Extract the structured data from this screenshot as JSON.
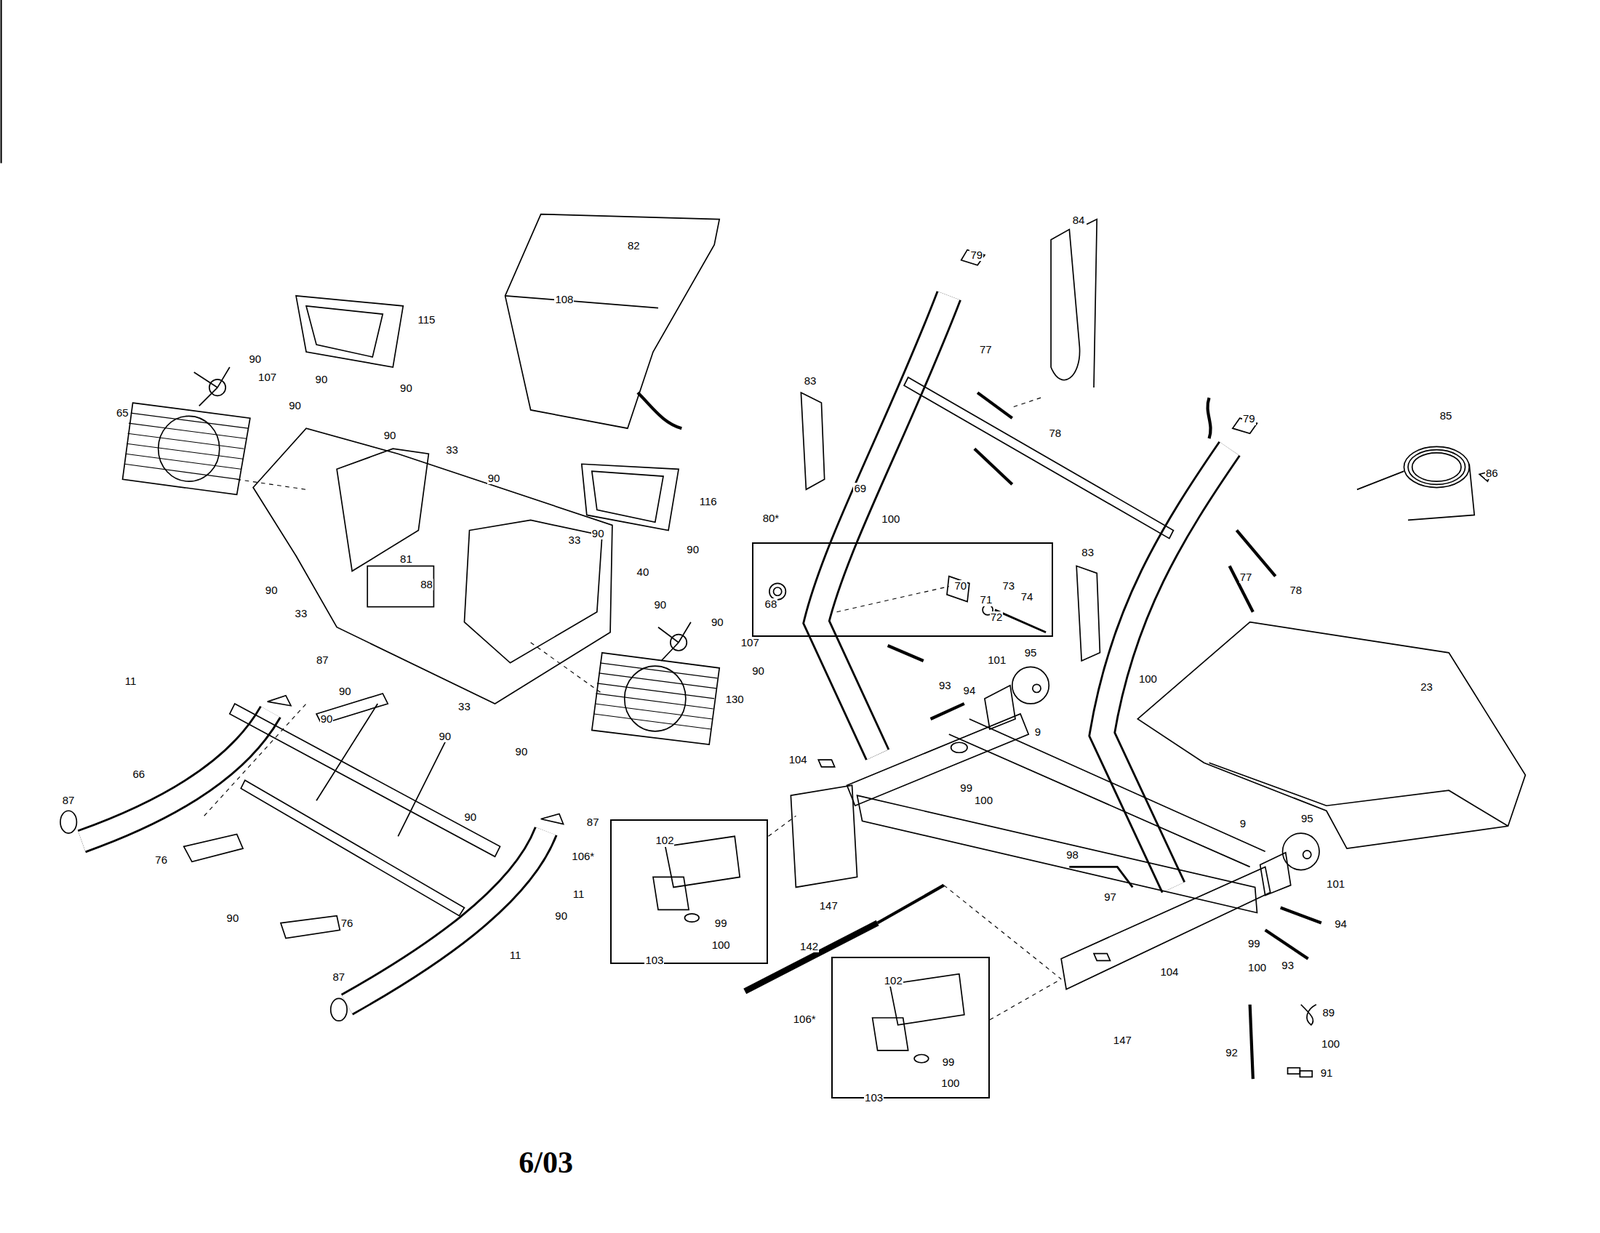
{
  "diagram": {
    "nodes": [
      {
        "text": [
          "80*",
          "68",
          "70",
          "71",
          "73",
          "74",
          "72"
        ]
      },
      {
        "text": [
          "106*",
          "102",
          "103",
          "99",
          "100"
        ]
      },
      {
        "text": [
          "106*",
          "102",
          "103",
          "99",
          "100"
        ]
      }
    ],
    "edges": [],
    "labels": [
      "82",
      "108",
      "115",
      "90",
      "107",
      "90",
      "90",
      "90",
      "65",
      "90",
      "33",
      "90",
      "116",
      "90",
      "90",
      "33",
      "40",
      "81",
      "88",
      "90",
      "33",
      "90",
      "90",
      "107",
      "90",
      "90",
      "33",
      "130",
      "87",
      "11",
      "90",
      "90",
      "90",
      "66",
      "87",
      "90",
      "87",
      "76",
      "11",
      "90",
      "76",
      "90",
      "11",
      "87",
      "84",
      "79",
      "77",
      "78",
      "83",
      "69",
      "100",
      "79",
      "85",
      "86",
      "83",
      "77",
      "78",
      "93",
      "101",
      "95",
      "94",
      "9",
      "100",
      "23",
      "104",
      "99",
      "100",
      "98",
      "97",
      "9",
      "95",
      "101",
      "94",
      "147",
      "142",
      "93",
      "99",
      "100",
      "104",
      "147",
      "89",
      "92",
      "100",
      "91",
      "6/03"
    ]
  }
}
